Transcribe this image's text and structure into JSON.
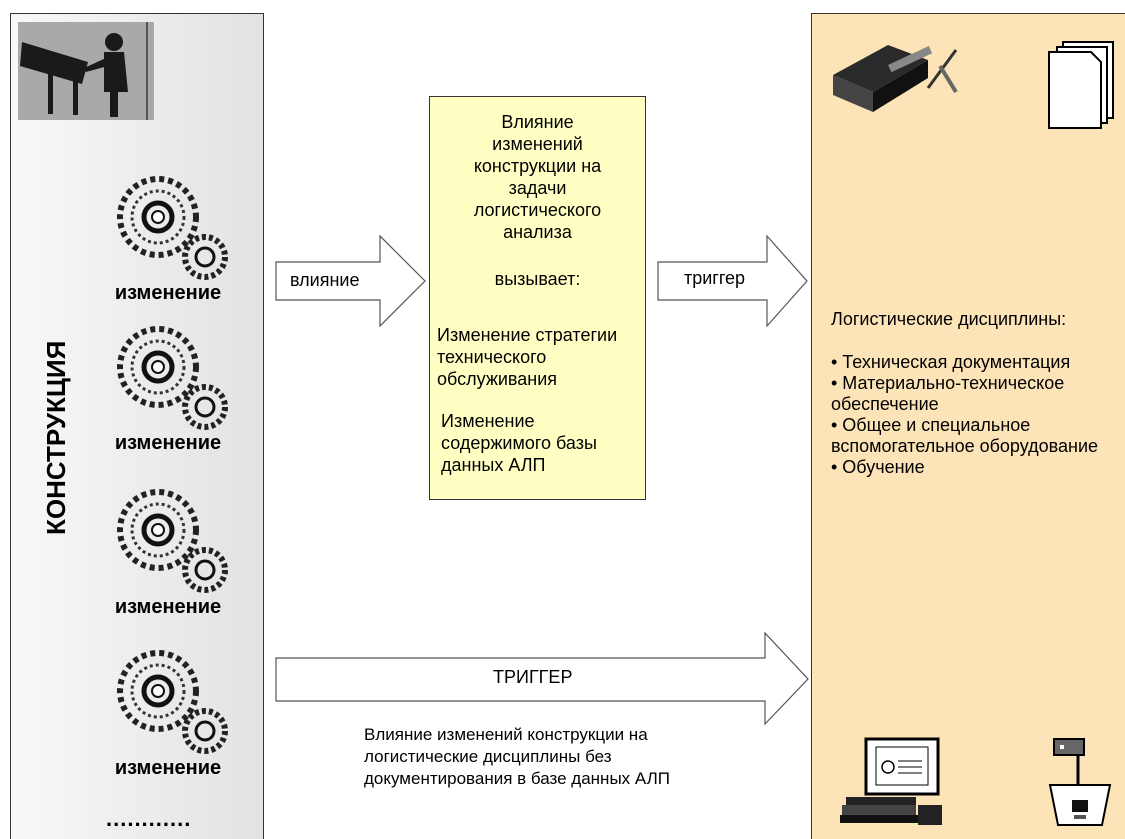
{
  "left_panel": {
    "title": "КОНСТРУКЦИЯ",
    "changes": [
      "изменение",
      "изменение",
      "изменение",
      "изменение"
    ],
    "ellipsis": "............"
  },
  "arrows": {
    "influence_label": "влияние",
    "trigger_label": "триггер",
    "big_trigger_label": "ТРИГГЕР"
  },
  "center_box": {
    "title_lines": [
      "Влияние",
      "изменений",
      "конструкции на",
      "задачи",
      "логистического",
      "анализа"
    ],
    "causes": "вызывает:",
    "item1_lines": [
      "Изменение стратегии",
      "технического",
      "обслуживания"
    ],
    "item2_lines": [
      "Изменение",
      "содержимого базы",
      "данных АЛП"
    ]
  },
  "right_panel": {
    "heading": "Логистические дисциплины:",
    "items": [
      "• Техническая документация",
      "• Материально-техническое",
      "обеспечение",
      "• Общее и специальное",
      "вспомогательное оборудование",
      "• Обучение"
    ]
  },
  "bottom_note_lines": [
    "Влияние изменений конструкции на",
    "логистические дисциплины без",
    "документирования в базе данных АЛП"
  ]
}
